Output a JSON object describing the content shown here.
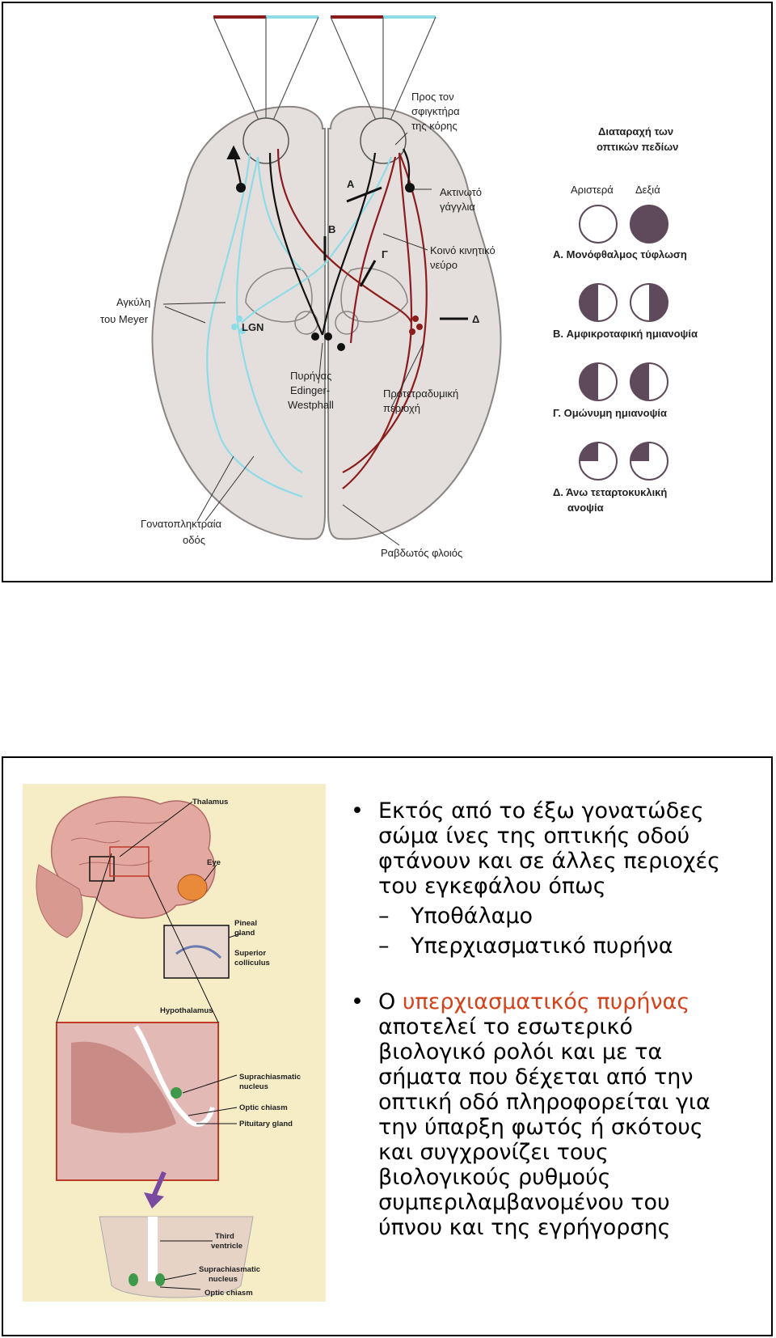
{
  "slide1": {
    "labels": {
      "pupil_sphincter": [
        "Προς τον",
        "σφιγκτήρα",
        "της κόρης"
      ],
      "ciliary_ganglion": [
        "Ακτινωτό",
        "γάγγλια"
      ],
      "oculomotor": [
        "Κοινό κινητικό",
        "νεύρο"
      ],
      "meyer_loop": [
        "Αγκύλη",
        "του Meyer"
      ],
      "lgn": "LGN",
      "edinger": [
        "Πυρήνας",
        "Edinger-",
        "Westphall"
      ],
      "pretectal": [
        "Προτετραδυμική",
        "περιοχή"
      ],
      "optic_radiation": [
        "Γονατοπληκτραία",
        "οδός"
      ],
      "striate_cortex": "Ραβδωτός φλοιός",
      "marker_a": "A",
      "marker_b": "B",
      "marker_g": "Γ",
      "marker_d": "Δ"
    },
    "legend": {
      "title": [
        "Διαταραχή των",
        "οπτικών πεδίων"
      ],
      "left_label": "Αριστερά",
      "right_label": "Δεξιά",
      "items": [
        "A. Μονόφθαλμος τύφλωση",
        "B. Αμφικροταφική ημιανοψία",
        "Γ. Ομώνυμη ημιανοψία",
        "Δ. Άνω τεταρτοκυκλική",
        "ανοψία"
      ]
    },
    "colors": {
      "cyan": "#8fdbe8",
      "maroon": "#8b1c1c",
      "field_fill": "#5e4a5a",
      "brain": "#e4dfdc"
    }
  },
  "slide2": {
    "figure_labels": {
      "thalamus": "Thalamus",
      "eye": "Eye",
      "pineal": [
        "Pineal",
        "gland"
      ],
      "superior": [
        "Superior",
        "colliculus"
      ],
      "hypothalamus": "Hypothalamus",
      "scn": [
        "Suprachiasmatic",
        "nucleus"
      ],
      "optic_chiasm": "Optic chiasm",
      "pituitary": "Pituitary gland",
      "third_ventricle": [
        "Third",
        "ventricle"
      ],
      "scn2": [
        "Suprachiasmatic",
        "nucleus"
      ],
      "optic_chiasm2": "Optic chiasm"
    },
    "bullet1": {
      "lines": [
        "Εκτός από το έξω γονατώδες",
        "σώμα ίνες της οπτικής οδού",
        "φτάνουν και σε άλλες περιοχές",
        "του εγκεφάλου όπως"
      ],
      "subitems": [
        "Υποθάλαμο",
        "Υπερχιασματικό πυρήνα"
      ]
    },
    "bullet2": {
      "prefix": "Ο ",
      "highlight": "υπερχιασματικός πυρήνας",
      "lines": [
        "αποτελεί το εσωτερικό",
        "βιολογικό ρολόι και με τα",
        "σήματα που δέχεται από την",
        "οπτική οδό πληροφορείται για",
        "την ύπαρξη φωτός ή σκότους",
        "και συγχρονίζει τους",
        "βιολογικούς ρυθμούς",
        "συμπεριλαμβανομένου του",
        "ύπνου και της εγρήγορσης"
      ]
    },
    "bullet_char": "•",
    "dash_char": "–"
  }
}
